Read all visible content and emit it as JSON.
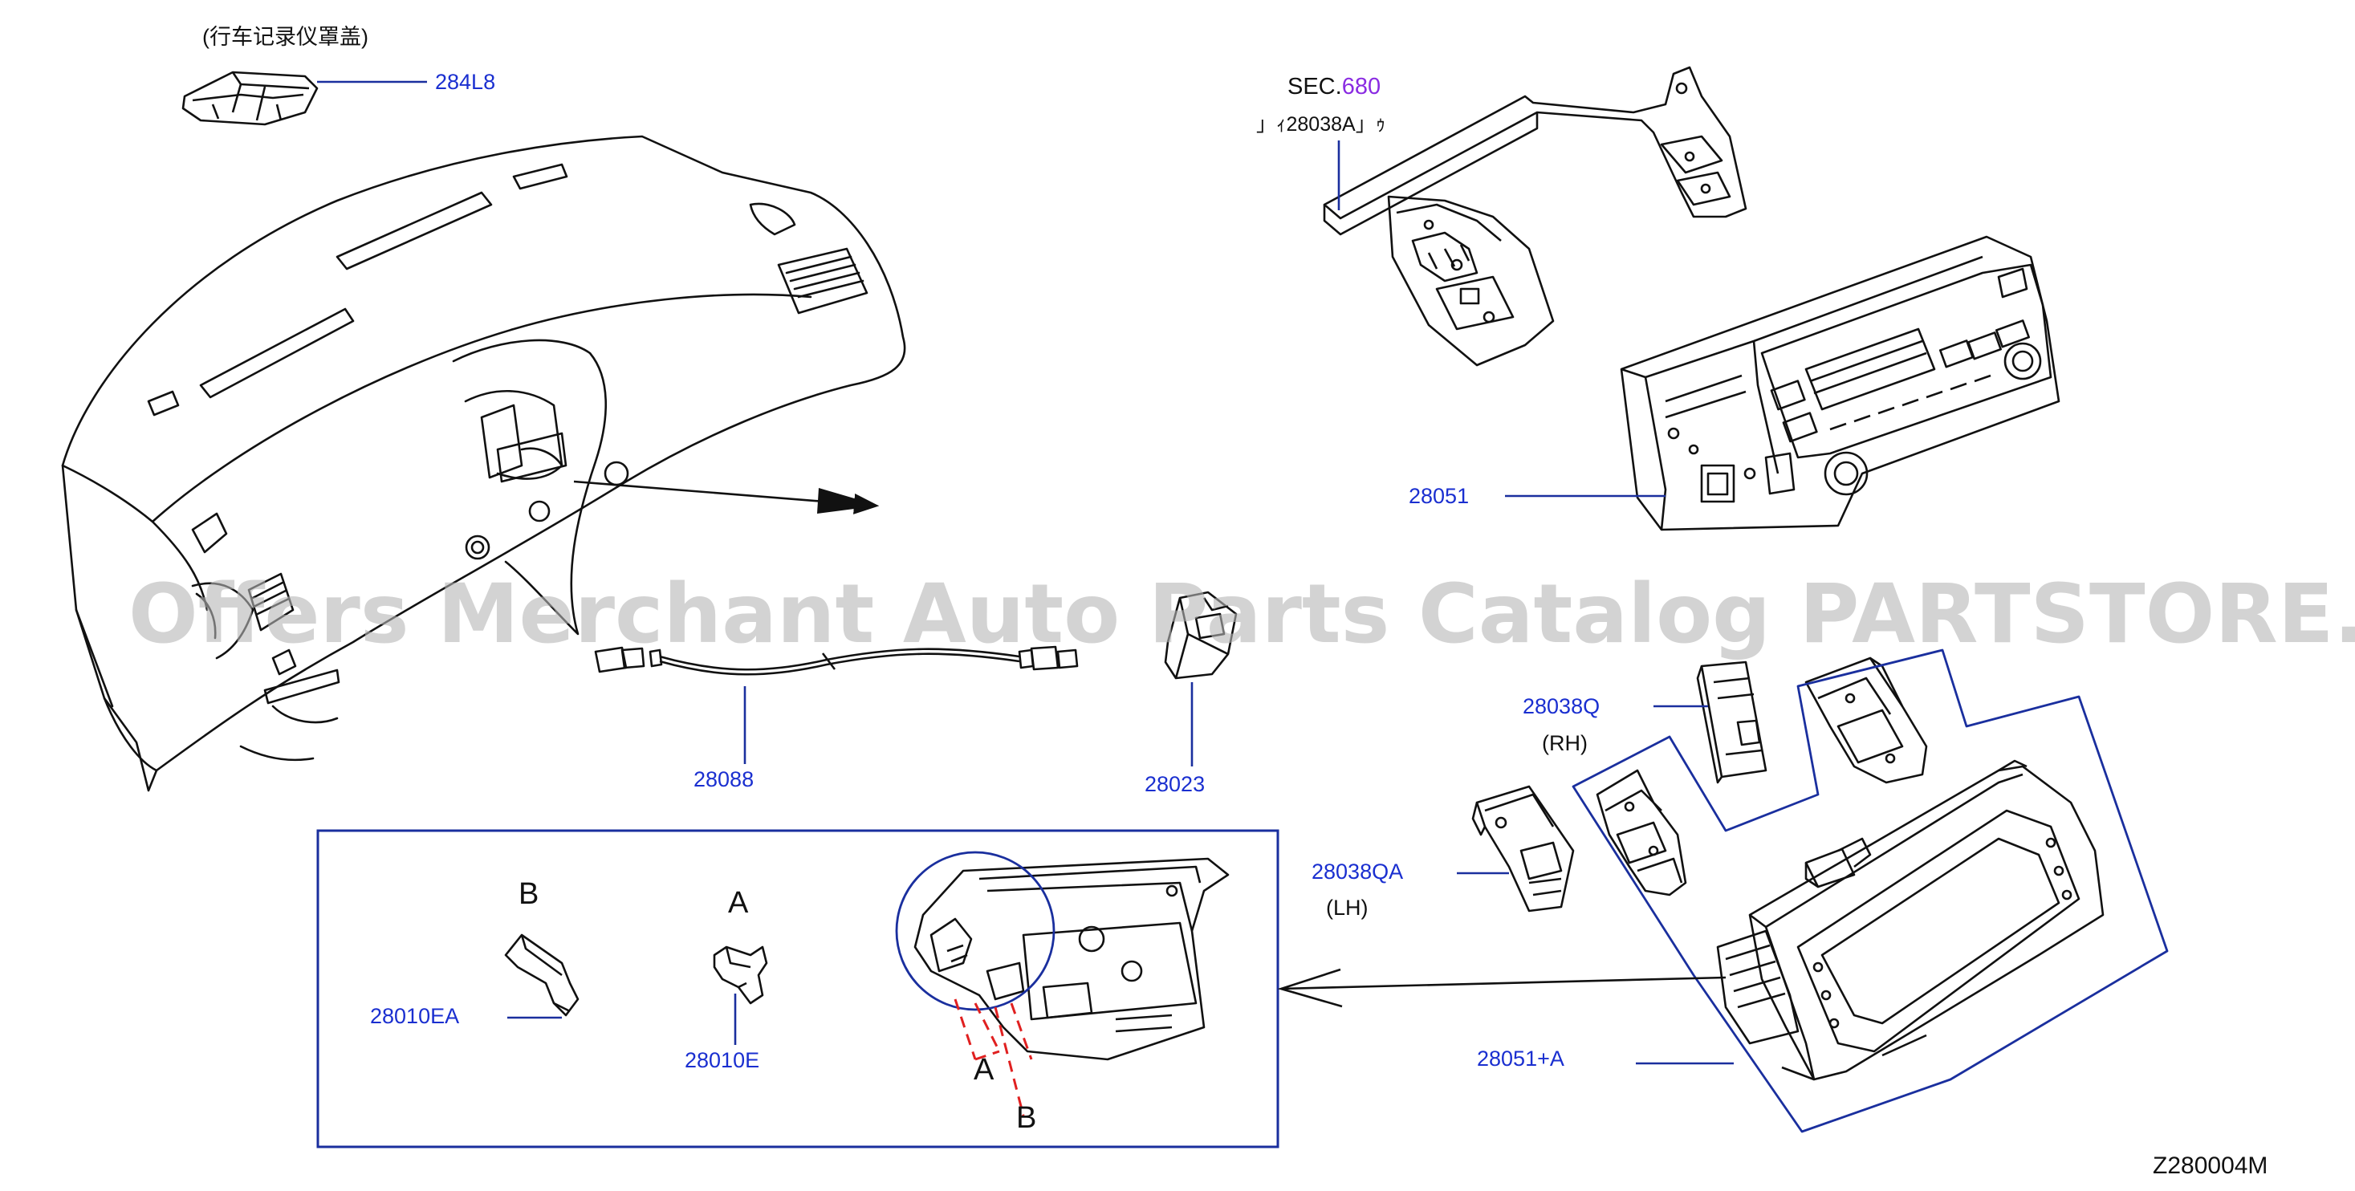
{
  "labels": {
    "cover_note": "(行车记录仪罩盖)",
    "p284L8": "284L8",
    "sec_prefix": "SEC.",
    "sec_num": "680",
    "sec_ref": "」ｨ28038A」ｩ",
    "p28051": "28051",
    "p28088": "28088",
    "p28023": "28023",
    "p28038Q": "28038Q",
    "rh": "(RH)",
    "p28038QA": "28038QA",
    "lh": "(LH)",
    "p28051A": "28051+A",
    "p28010EA": "28010EA",
    "p28010E": "28010E",
    "letter_b1": "B",
    "letter_a1": "A",
    "letter_a2": "A",
    "letter_b2": "B",
    "diagram_code": "Z280004M"
  },
  "watermark": "Offers Merchant Auto Parts Catalog PARTSTORE.SA",
  "colors": {
    "label_blue": "#1a2fd0",
    "leader_blue": "#1a2f9e",
    "drawing": "#111111",
    "dashed_red": "#e02020",
    "sec_num": "#8a2be2"
  }
}
